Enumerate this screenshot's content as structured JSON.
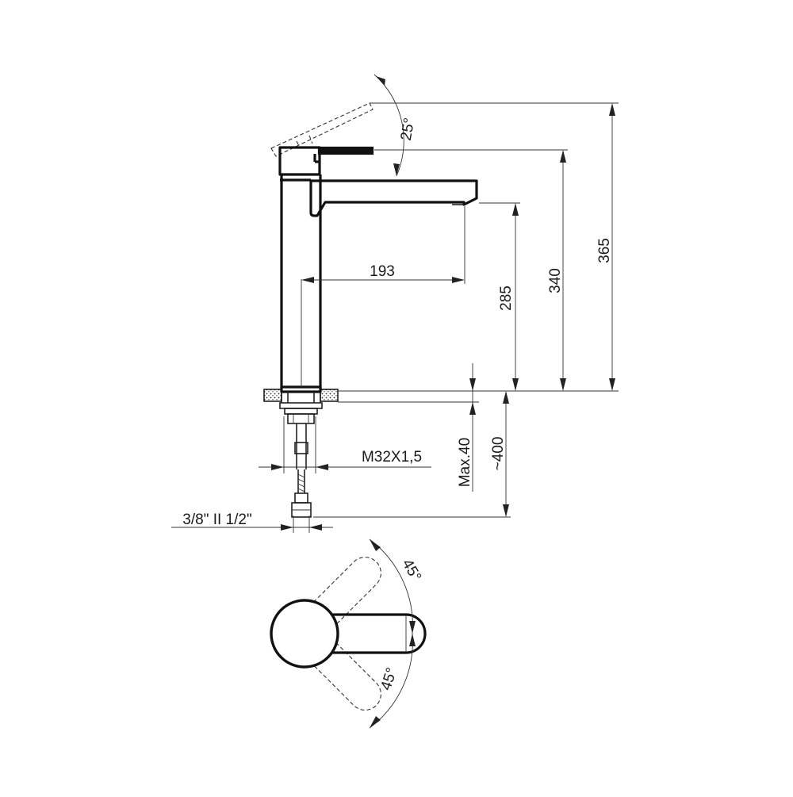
{
  "dimensions": {
    "lever_tilt_angle": "25°",
    "spout_reach": "193",
    "spout_height": "285",
    "body_height": "340",
    "total_height": "365",
    "thread": "M32X1,5",
    "max_deck_thickness": "Max.40",
    "hose_length": "~400",
    "connection": "3/8\" II 1/2\"",
    "rotation_angle_top": "45°",
    "rotation_angle_bottom": "45°"
  }
}
